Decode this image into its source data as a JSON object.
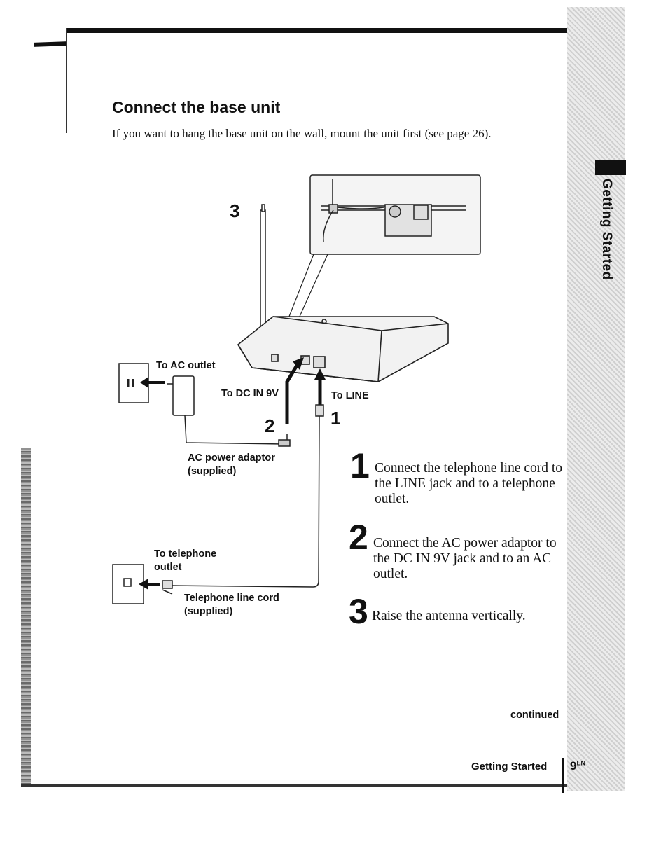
{
  "side_tab": {
    "text": "Getting Started"
  },
  "title": "Connect the base unit",
  "intro": "If you want to hang the base unit on the wall, mount the unit first (see page 26).",
  "diagram": {
    "callouts": [
      "3",
      "2",
      "1"
    ],
    "labels": {
      "ac_outlet": "To AC outlet",
      "dc_in": "To DC IN 9V",
      "line": "To LINE",
      "adaptor": [
        "AC power adaptor",
        "(supplied)"
      ],
      "tel_outlet": [
        "To telephone",
        "outlet"
      ],
      "cord": [
        "Telephone line cord",
        "(supplied)"
      ]
    }
  },
  "steps": [
    {
      "num": "1",
      "text": "Connect the telephone line cord to the LINE jack and to a telephone outlet."
    },
    {
      "num": "2",
      "text": "Connect the AC power adaptor to the DC IN 9V jack and to an AC outlet."
    },
    {
      "num": "3",
      "text": "Raise the antenna vertically."
    }
  ],
  "footer": {
    "continued": "continued",
    "section": "Getting Started",
    "page": "9",
    "page_suffix": "EN"
  }
}
